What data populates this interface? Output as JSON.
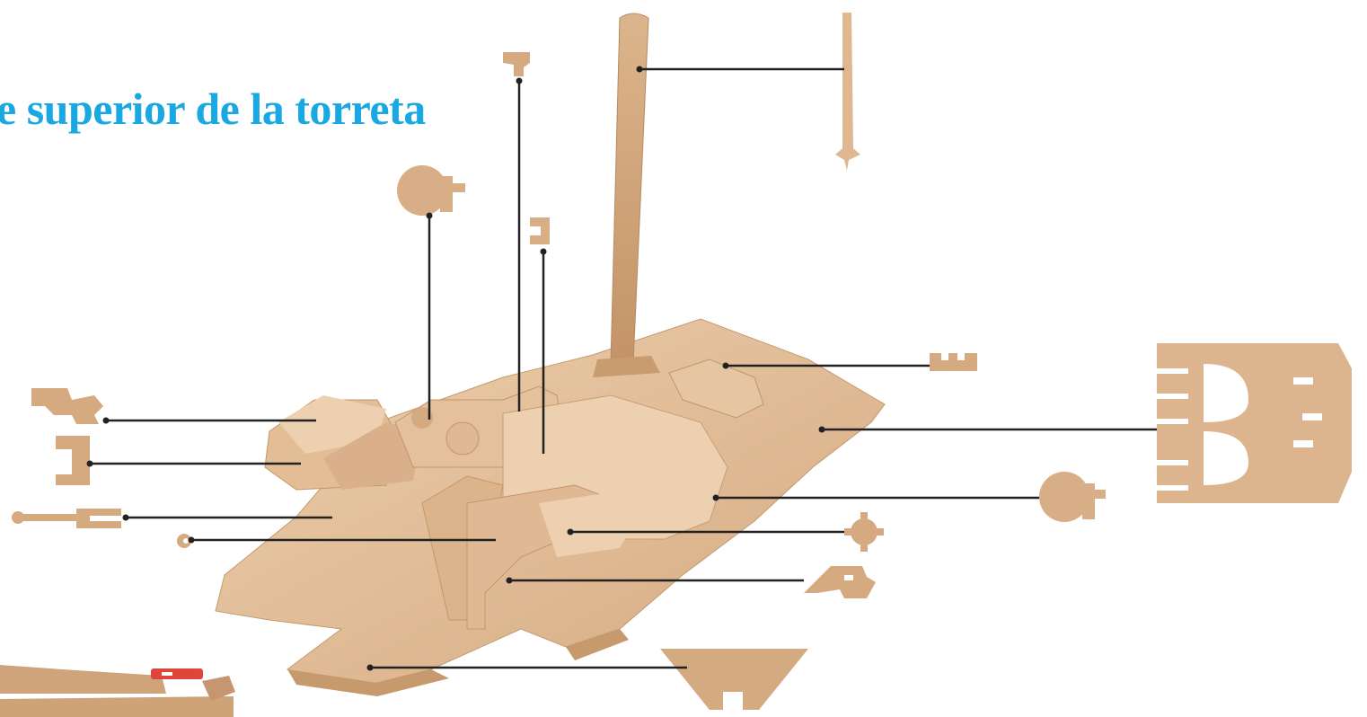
{
  "slide": {
    "title": "e superior de la torreta",
    "title_color": "#1aa8e2"
  },
  "colors": {
    "wood_light": "#e6c4a0",
    "wood_mid": "#d8af86",
    "wood_dark": "#b98a60",
    "leader_line": "#222222",
    "highlight_part": "#e0453a"
  },
  "parts": [
    "mast-pole",
    "mast-flag",
    "top-hook-small",
    "round-bolt-top",
    "clip-bracket",
    "left-clamp",
    "left-block",
    "left-rod",
    "left-ring",
    "right-slot-block",
    "front-plate",
    "round-bolt-right",
    "gear-cog",
    "right-clamp",
    "bottom-triangle"
  ]
}
